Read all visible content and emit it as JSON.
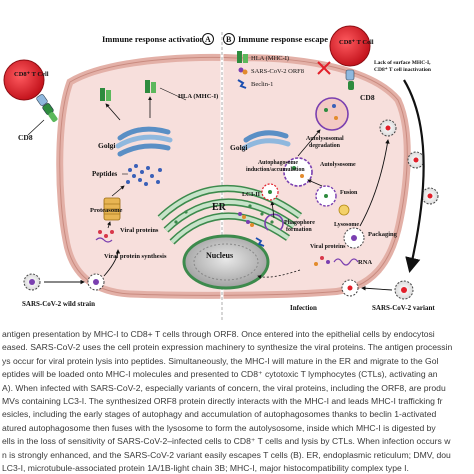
{
  "panels": {
    "a_title": "Immune response activation",
    "a_letter": "A",
    "b_letter": "B",
    "b_title": "Immune response escape"
  },
  "legend": {
    "items": [
      {
        "label": "HLA (MHC-I)"
      },
      {
        "label": "SARS-CoV-2 ORF8"
      },
      {
        "label": "Beclin-1"
      }
    ]
  },
  "labels": {
    "cd8_tcell_left": "CD8⁺ T Cell",
    "cd8_left": "CD8",
    "hla_mhc_i": "HLA (MHC-I)",
    "golgi_left": "Golgi",
    "peptides": "Peptides",
    "proteasome": "Proteasome",
    "viral_proteins_left": "Viral proteins",
    "viral_protein_synthesis": "Viral protein synthesis",
    "er": "ER",
    "nucleus": "Nucleus",
    "sars_wild_strain": "SARS-CoV-2 wild strain",
    "cd8_tcell_right": "CD8⁺ T Cell",
    "cd8_right": "CD8",
    "lack_of_mhc_line1": "Lack of surface MHC-I,",
    "lack_of_mhc_line2": "CD8⁺ T cell inactivation",
    "autolysosomal_line1": "Autolysosomal",
    "autolysosomal_line2": "degradation",
    "golgi_right": "Golgi",
    "autophagosome_line1": "Autophagosome",
    "autophagosome_line2": "induction/accumulation",
    "autolysosome": "Autolysosome",
    "fusion": "Fusion",
    "lysosome": "Lysosome",
    "lc3": "LC3-II",
    "phagophore_line1": "Phagophore",
    "phagophore_line2": "formation",
    "packaging": "Packaging",
    "viral_proteins_right": "Viral proteins",
    "rna": "RNA",
    "infection": "Infection",
    "sars_variant": "SARS-CoV-2 variant"
  },
  "caption": {
    "lines": [
      "antigen presentation by MHC-I to CD8+ T cells through ORF8. Once entered into the epithelial cells by endocytosi",
      "eased. SARS-CoV-2 uses the cell protein expression machinery to synthesize the viral proteins. The antigen processin",
      "ys occur for viral protein lysis into peptides. Simultaneously, the MHC-I will mature in the ER and migrate to the Gol",
      "eptides will be loaded onto MHC-I molecules and presented to CD8⁺ cytotoxic T lymphocytes (CTLs), activating an",
      "A). When infected with SARS-CoV-2, especially variants of concern, the viral proteins, including the ORF8, are produ",
      "MVs containing LC3-I. The synthesized ORF8 protein directly interacts with the MHC-I and leads MHC-I trafficking fr",
      "esicles, including the early stages of autophagy and accumulation of autophagosomes thanks to beclin 1-activated",
      "atured autophagosome then fuses with the lysosome to form the autolysosome, inside which MHC-I is digested by",
      "ells in the loss of sensitivity of SARS-CoV-2–infected cells to CD8⁺ T cells and lysis by CTLs. When infection occurs w",
      "n is strongly enhanced, and the SARS-CoV-2 variant easily escapes T cells (B). ER, endoplasmic reticulum; DMV, dou",
      "LC3-I, microtubule-associated protein 1A/1B-light chain 3B; MHC-I, major histocompatibility complex type I."
    ]
  },
  "colors": {
    "cell_outline": "#e3b0a7",
    "cell_fill": "#f7dfdc",
    "tcell_fill": "#e21f2a",
    "er_fill": "#c7e3c9",
    "er_stroke": "#3d8a4c",
    "golgi_fill": "#8fb8de",
    "mhc_green": "#2e8b3e",
    "peptide_blue": "#3a60b8",
    "arrow": "#111111"
  }
}
